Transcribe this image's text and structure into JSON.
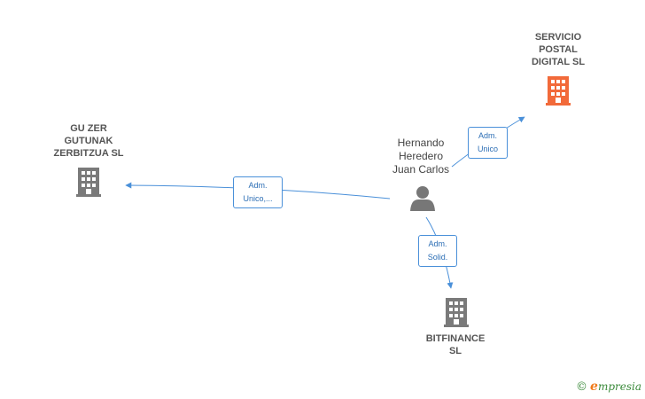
{
  "companies": {
    "servicio": {
      "name": "SERVICIO\nPOSTAL\nDIGITAL  SL",
      "color": "#f26a3a"
    },
    "guzer": {
      "name": "GU ZER\nGUTUNAK\nZERBITZUA  SL",
      "color": "#7a7a7a"
    },
    "bitfinance": {
      "name": "BITFINANCE\nSL",
      "color": "#7a7a7a"
    }
  },
  "person": {
    "name": "Hernando\nHeredero\nJuan Carlos",
    "color": "#777777"
  },
  "edges": {
    "to_servicio": {
      "line1": "Adm.",
      "line2": "Unico"
    },
    "to_guzer": {
      "line1": "Adm.",
      "line2": "Unico,..."
    },
    "to_bitfinance": {
      "line1": "Adm.",
      "line2": "Solid."
    }
  },
  "brand": {
    "copyright": "©",
    "initial": "e",
    "rest": "mpresia"
  },
  "edge_color": "#4a90d9"
}
